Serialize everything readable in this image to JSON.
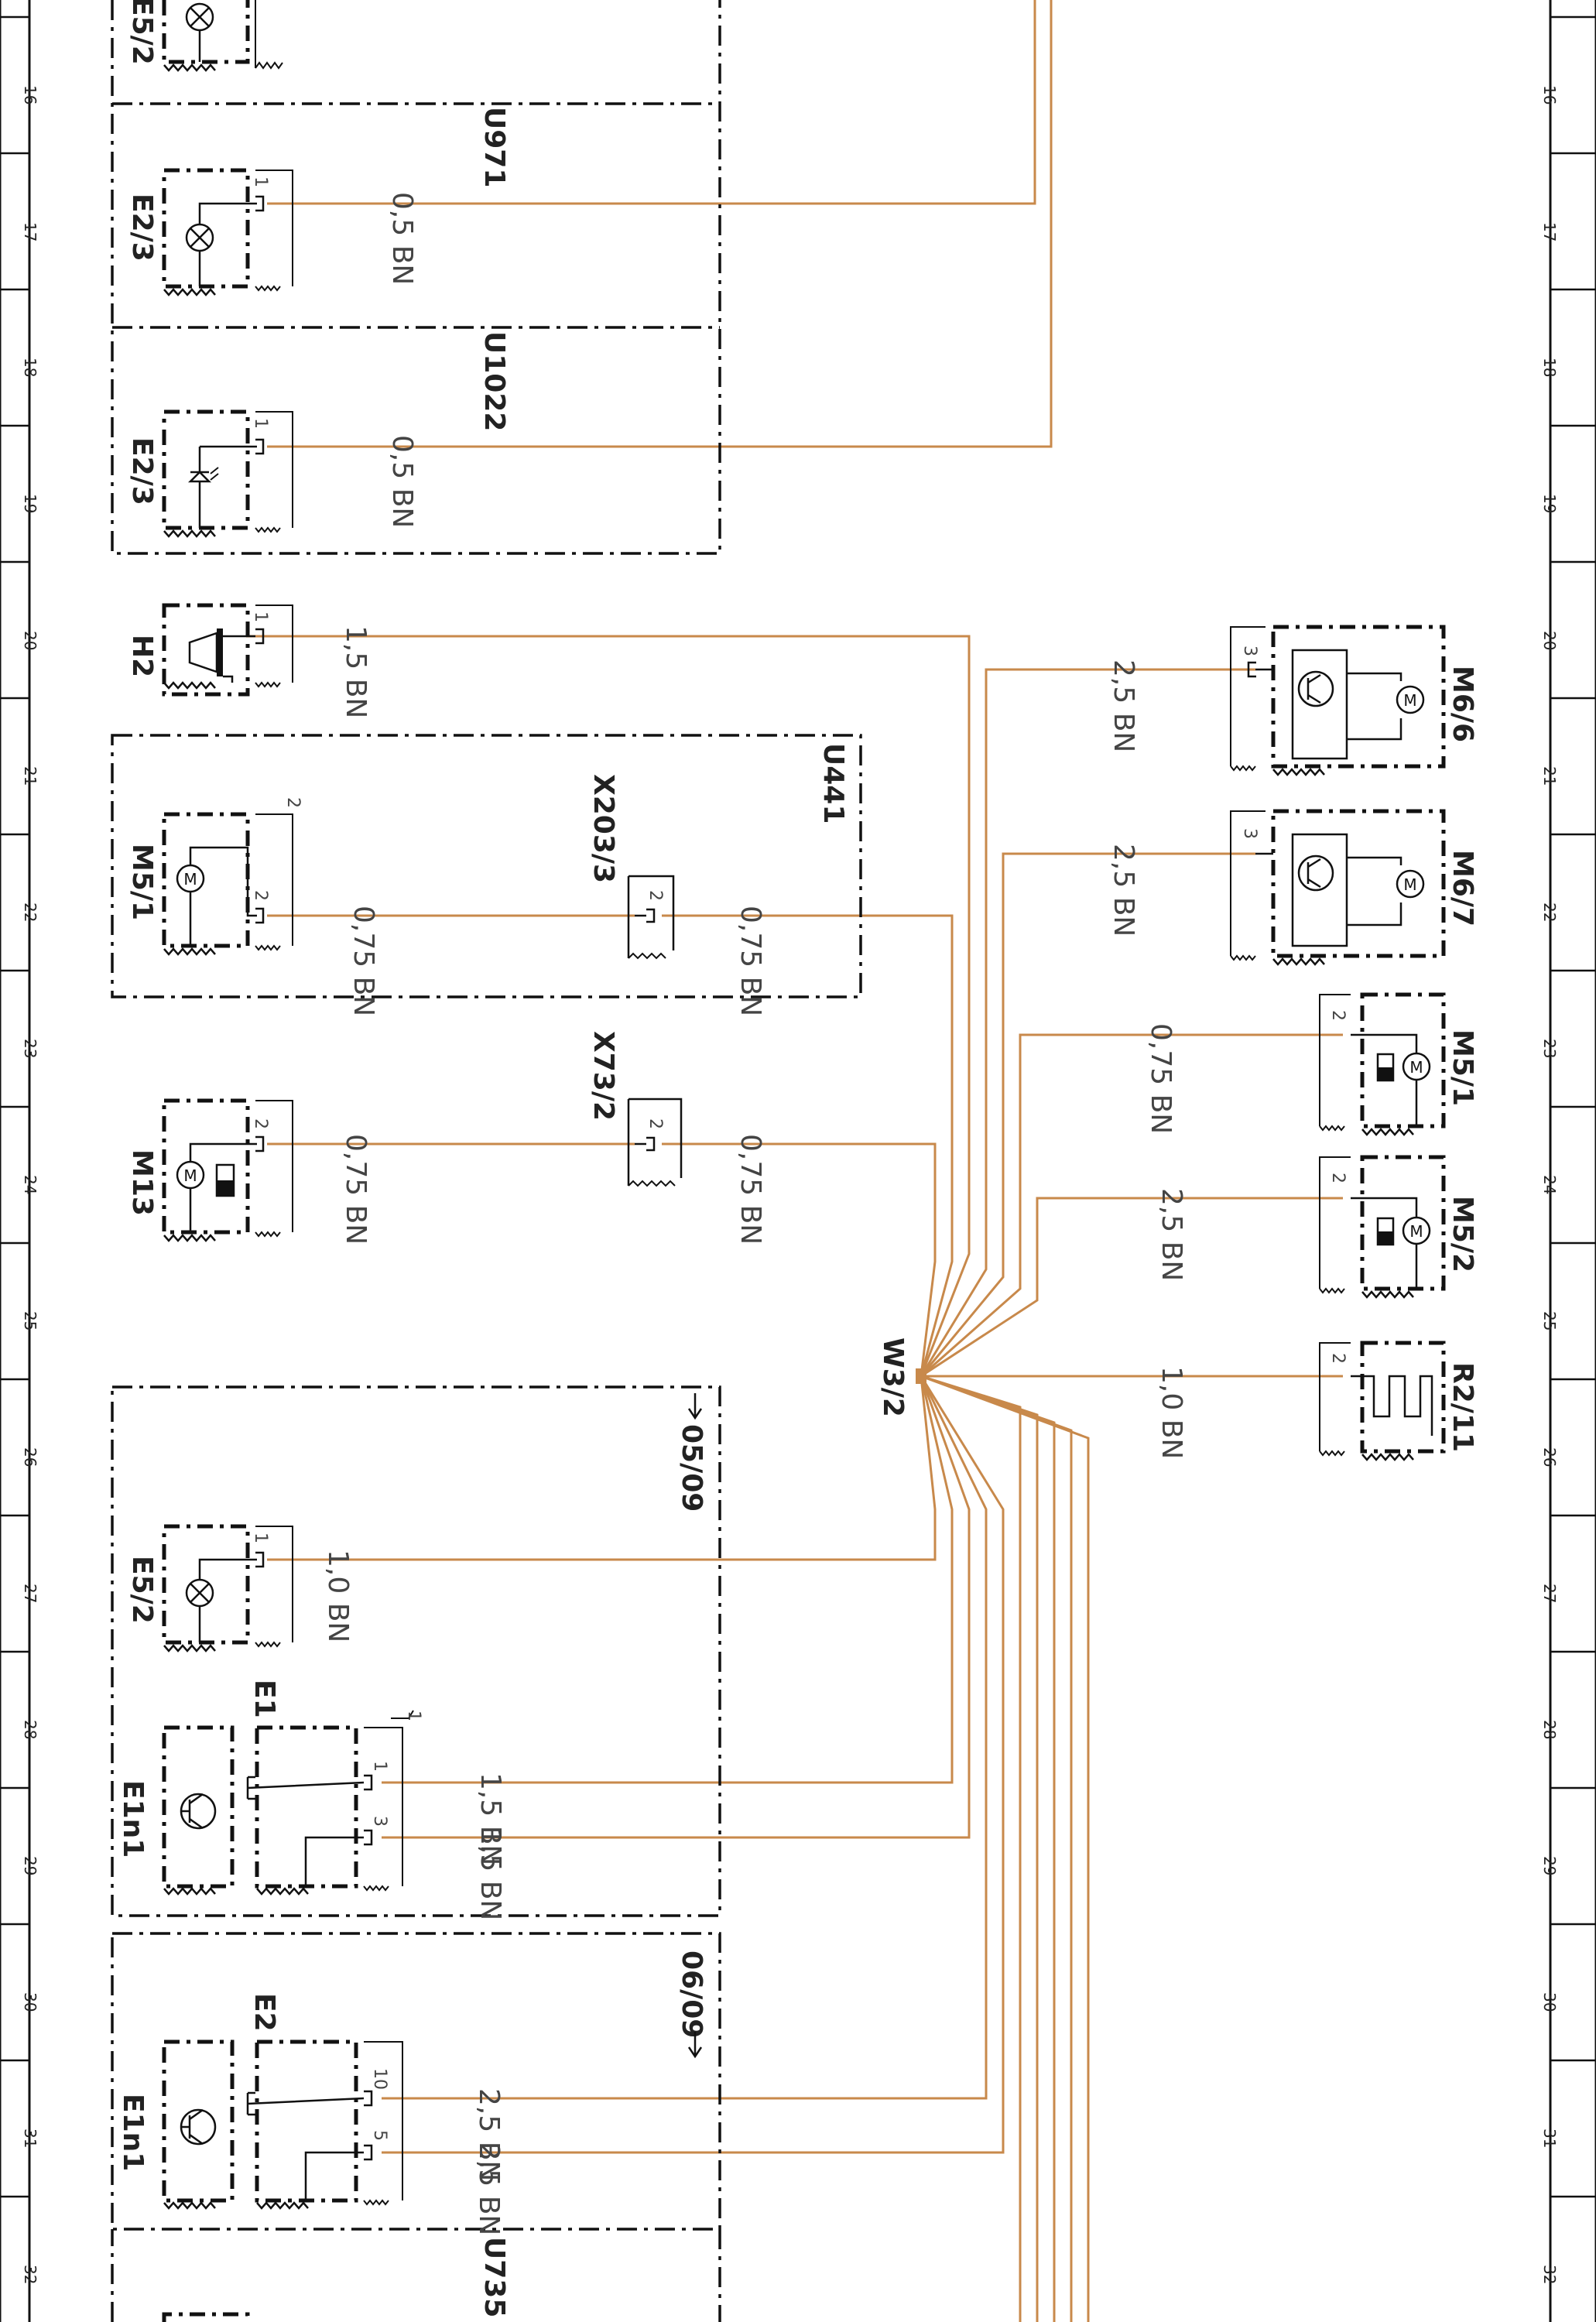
{
  "row_numbers": [
    "16",
    "17",
    "18",
    "19",
    "20",
    "21",
    "22",
    "23",
    "24",
    "25",
    "26",
    "27",
    "28",
    "29",
    "30",
    "31",
    "32"
  ],
  "components": {
    "e5_2_top": {
      "label": "E5/2"
    },
    "e2_3_a": {
      "label": "E2/3",
      "pin": "1"
    },
    "e2_3_b": {
      "label": "E2/3",
      "pin": "1"
    },
    "h2": {
      "label": "H2",
      "pin": "1"
    },
    "m5_1_left": {
      "label": "M5/1",
      "pin": "2",
      "pin_top": "2"
    },
    "x203_3": {
      "label": "X203/3",
      "pin": "2"
    },
    "m13": {
      "label": "M13",
      "pin": "2"
    },
    "x73_2": {
      "label": "X73/2",
      "pin": "2"
    },
    "e5_2": {
      "label": "E5/2",
      "pin": "1"
    },
    "e1": {
      "label": "E1",
      "pin_top": "1",
      "pin_a": "1",
      "pin_b": "3"
    },
    "e1n1_a": {
      "label": "E1n1"
    },
    "e2": {
      "label": "E2",
      "pin_a": "10",
      "pin_b": "5"
    },
    "e1n1_b": {
      "label": "E1n1"
    },
    "m6_6": {
      "label": "M6/6",
      "pin": "3"
    },
    "m6_7": {
      "label": "M6/7",
      "pin": "3"
    },
    "m5_1_right": {
      "label": "M5/1",
      "pin": "2"
    },
    "m5_2_right": {
      "label": "M5/2",
      "pin": "2"
    },
    "r2_11": {
      "label": "R2/11",
      "pin": "2"
    }
  },
  "variant_boxes": {
    "u971": "U971",
    "u1022": "U1022",
    "u441": "U441",
    "box_05_09": "05/09",
    "box_06_09": "06/09",
    "u735": "U735"
  },
  "splice": {
    "label": "W3/2"
  },
  "wire_color_hex": "#c8894b",
  "wires": {
    "e2_3_a": "0,5 BN",
    "e2_3_b": "0,5 BN",
    "h2": "1,5 BN",
    "m5_1_left": "0,75 BN",
    "x203_3": "0,75 BN",
    "m13": "0,75 BN",
    "x73_2": "0,75 BN",
    "e5_2": "1,0 BN",
    "e1_pin1": "1,5 BN",
    "e1_pin3": "1,5 BN",
    "e2_pin10": "2,5 BN",
    "e2_pin5": "2,5 BN",
    "m6_6": "2,5 BN",
    "m6_7": "2,5 BN",
    "m5_1_right": "0,75 BN",
    "m5_2_right": "2,5 BN",
    "r2_11": "1,0 BN"
  },
  "icons": {
    "lamp": "lamp-cross-icon",
    "led": "led-diode-icon",
    "horn": "horn-speaker-icon",
    "motor": "motor-M-icon",
    "transistor": "transistor-circle-icon",
    "heater": "heating-element-icon",
    "ground": "chassis-ground-icon"
  }
}
